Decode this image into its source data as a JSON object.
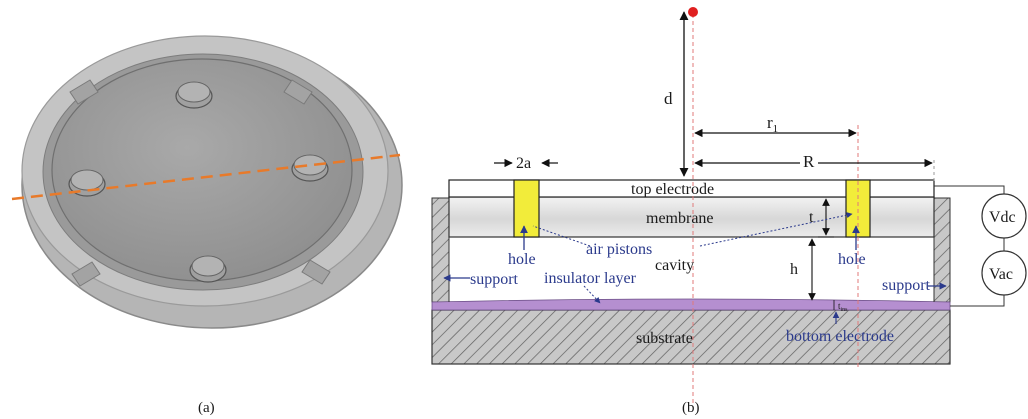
{
  "panels": {
    "a": {
      "caption": "(a)"
    },
    "b": {
      "caption": "(b)"
    }
  },
  "schematic": {
    "top_electrode": "top electrode",
    "membrane": "membrane",
    "cavity": "cavity",
    "substrate": "substrate",
    "hole_left": "hole",
    "hole_right": "hole",
    "air_pistons": "air pistons",
    "insulator_layer": "insulator layer",
    "support_left": "support",
    "support_right": "support",
    "bottom_electrode": "bottom electrode",
    "dim_2a": "2a",
    "dim_d": "d",
    "dim_r1_main": "r",
    "dim_r1_sub": "1",
    "dim_R": "R",
    "dim_t": "t",
    "dim_h": "h",
    "dim_tins_main": "t",
    "dim_tins_sub": "ins",
    "source_dc": "Vdc",
    "source_ac": "Vac"
  },
  "colors": {
    "hole_fill": "#f2ec3a",
    "insulator": "#b58fd0",
    "point_source": "#e02020",
    "cut_line": "#e87a2a",
    "label_blue": "#2b3a8c"
  }
}
